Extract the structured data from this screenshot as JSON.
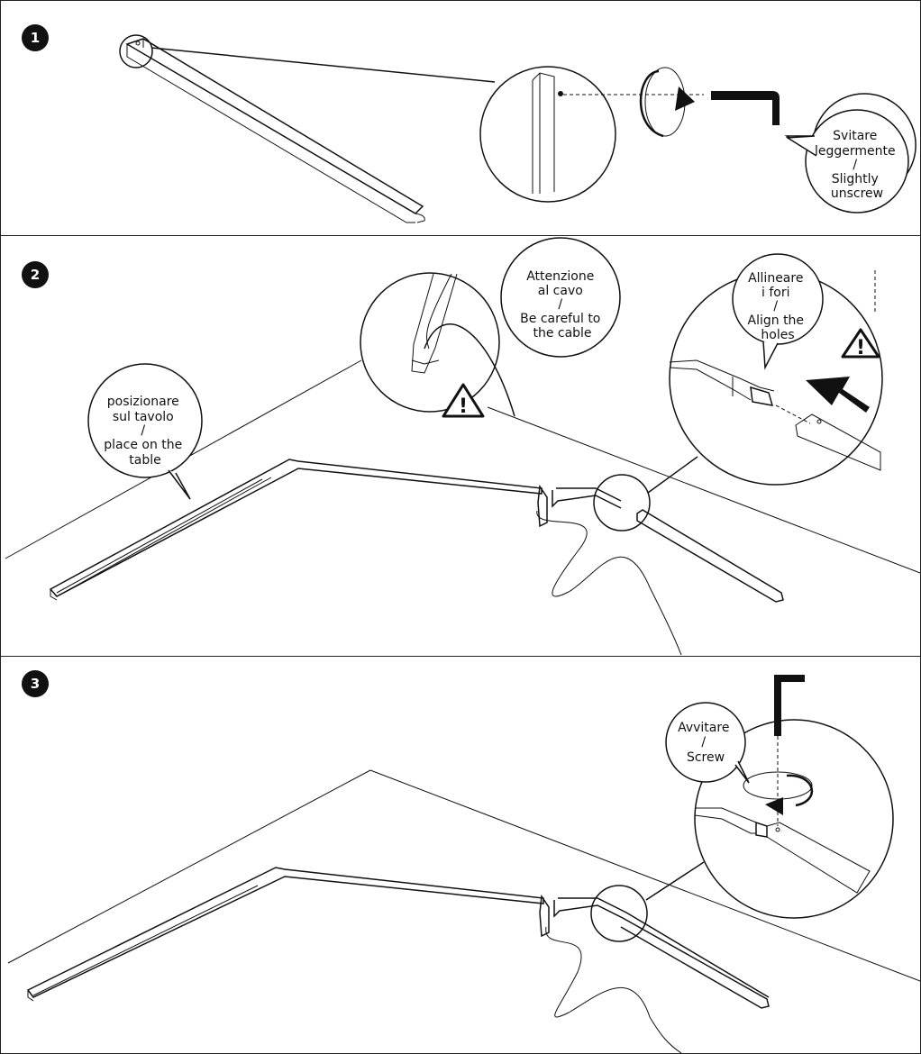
{
  "steps": [
    {
      "number": "1",
      "callout": {
        "lines": [
          "Svitare",
          "leggermente",
          "/",
          "Slightly",
          "unscrew"
        ]
      }
    },
    {
      "number": "2",
      "callouts": {
        "place": {
          "lines": [
            "posizionare",
            "sul tavolo",
            "/",
            "place on the",
            "table"
          ]
        },
        "cable": {
          "lines": [
            "Attenzione",
            "al cavo",
            "/",
            "Be careful to",
            "the cable"
          ]
        },
        "align": {
          "lines": [
            "Allineare",
            "i fori",
            "/",
            "Align the",
            "holes"
          ]
        }
      },
      "warning_glyph": "!"
    },
    {
      "number": "3",
      "callout": {
        "lines": [
          "Avvitare",
          "/",
          "Screw"
        ]
      }
    }
  ],
  "icons": [
    "step-badge-icon",
    "warning-triangle-icon",
    "rotate-arrow-icon",
    "allen-key-icon",
    "insert-arrow-icon"
  ],
  "colors": {
    "line": "#111111",
    "background": "#ffffff",
    "badge": "#111111"
  }
}
